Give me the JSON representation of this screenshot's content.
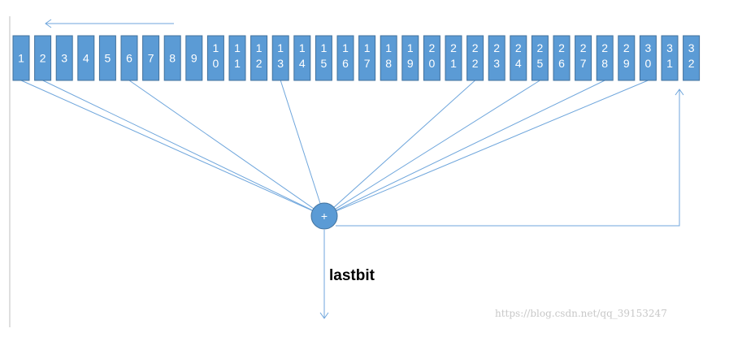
{
  "register": {
    "cells": [
      "1",
      "2",
      "3",
      "4",
      "5",
      "6",
      "7",
      "8",
      "9",
      "10",
      "11",
      "12",
      "13",
      "14",
      "15",
      "16",
      "17",
      "18",
      "19",
      "20",
      "21",
      "22",
      "23",
      "24",
      "25",
      "26",
      "27",
      "28",
      "29",
      "30",
      "31",
      "32"
    ],
    "taps": [
      "1",
      "2",
      "6",
      "13",
      "22",
      "25",
      "28",
      "30"
    ]
  },
  "xor_node": {
    "label": "+"
  },
  "output": {
    "label": "lastbit"
  },
  "watermark": {
    "text": "https://blog.csdn.net/qq_39153247"
  },
  "colors": {
    "cell_fill": "#5b9bd5",
    "cell_stroke": "#41719c",
    "line": "#6fa6dc",
    "node_fill": "#5b9bd5",
    "node_stroke": "#41719c",
    "frame": "#bfbfbf"
  }
}
